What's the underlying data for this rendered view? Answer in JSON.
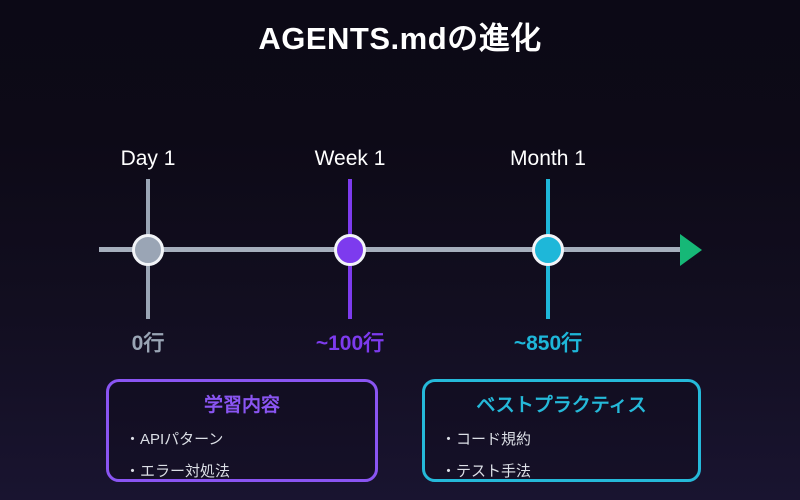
{
  "slide": {
    "title": "AGENTS.mdの進化"
  },
  "timeline": {
    "axis_color": "#a6afbd",
    "arrow_color": "#16b877",
    "milestones": [
      {
        "label": "Day 1",
        "value": "0行",
        "color": "#9aa5b5"
      },
      {
        "label": "Week 1",
        "value": "~100行",
        "color": "#7d3bee"
      },
      {
        "label": "Month 1",
        "value": "~850行",
        "color": "#1eb7d9"
      }
    ]
  },
  "boxes": [
    {
      "title": "学習内容",
      "accent": "#8a55f2",
      "items": [
        "・APIパターン",
        "・エラー対処法"
      ]
    },
    {
      "title": "ベストプラクティス",
      "accent": "#25b9d9",
      "items": [
        "・コード規約",
        "・テスト手法"
      ]
    }
  ]
}
